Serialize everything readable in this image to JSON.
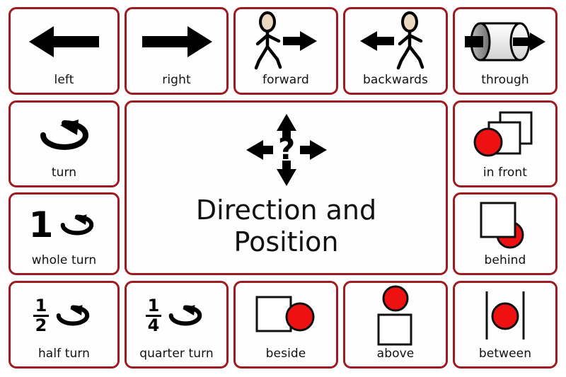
{
  "poster": {
    "title_line1": "Direction and",
    "title_line2": "Position",
    "center_icon": "four-way-arrow-question-icon",
    "border_color": "#9e1b22",
    "accent_red": "#ee1111",
    "ink_color": "#111111",
    "skin_color": "#ead9c0"
  },
  "cells": [
    {
      "id": "left",
      "label": "left",
      "icon": "arrow-left-icon"
    },
    {
      "id": "right",
      "label": "right",
      "icon": "arrow-right-icon"
    },
    {
      "id": "forward",
      "label": "forward",
      "icon": "walking-figure-forward-icon"
    },
    {
      "id": "backwards",
      "label": "backwards",
      "icon": "walking-figure-backwards-icon"
    },
    {
      "id": "through",
      "label": "through",
      "icon": "cylinder-arrow-through-icon"
    },
    {
      "id": "turn",
      "label": "turn",
      "icon": "rotate-loop-icon"
    },
    {
      "id": "whole-turn",
      "label": "whole turn",
      "icon": "rotate-loop-icon",
      "amount": "1"
    },
    {
      "id": "half-turn",
      "label": "half turn",
      "icon": "rotate-loop-icon",
      "numerator": "1",
      "denominator": "2"
    },
    {
      "id": "quarter-turn",
      "label": "quarter turn",
      "icon": "rotate-loop-icon",
      "numerator": "1",
      "denominator": "4"
    },
    {
      "id": "in-front",
      "label": "in front",
      "icon": "circle-in-front-of-squares-icon"
    },
    {
      "id": "behind",
      "label": "behind",
      "icon": "circle-behind-square-icon"
    },
    {
      "id": "beside",
      "label": "beside",
      "icon": "circle-beside-square-icon"
    },
    {
      "id": "above",
      "label": "above",
      "icon": "circle-above-square-icon"
    },
    {
      "id": "between",
      "label": "between",
      "icon": "circle-between-lines-icon"
    }
  ]
}
